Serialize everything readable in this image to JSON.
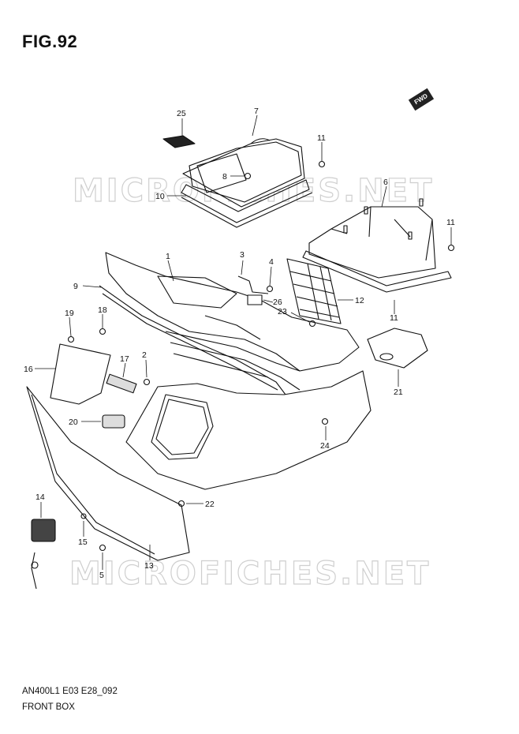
{
  "figure": {
    "title": "FIG.92",
    "code": "AN400L1 E03 E28_092",
    "name": "FRONT BOX",
    "direction_badge": "FWD"
  },
  "watermarks": [
    "MICROFICHES.NET",
    "MICROFICHES.NET"
  ],
  "callouts": [
    {
      "id": "25",
      "label": "25"
    },
    {
      "id": "7",
      "label": "7"
    },
    {
      "id": "11a",
      "label": "11"
    },
    {
      "id": "8",
      "label": "8"
    },
    {
      "id": "10",
      "label": "10"
    },
    {
      "id": "6",
      "label": "6"
    },
    {
      "id": "11b",
      "label": "11"
    },
    {
      "id": "1",
      "label": "1"
    },
    {
      "id": "3",
      "label": "3"
    },
    {
      "id": "4",
      "label": "4"
    },
    {
      "id": "9",
      "label": "9"
    },
    {
      "id": "26",
      "label": "26"
    },
    {
      "id": "12",
      "label": "12"
    },
    {
      "id": "23",
      "label": "23"
    },
    {
      "id": "11c",
      "label": "11"
    },
    {
      "id": "19",
      "label": "19"
    },
    {
      "id": "18",
      "label": "18"
    },
    {
      "id": "2",
      "label": "2"
    },
    {
      "id": "17",
      "label": "17"
    },
    {
      "id": "16",
      "label": "16"
    },
    {
      "id": "21",
      "label": "21"
    },
    {
      "id": "20",
      "label": "20"
    },
    {
      "id": "24",
      "label": "24"
    },
    {
      "id": "14",
      "label": "14"
    },
    {
      "id": "22",
      "label": "22"
    },
    {
      "id": "15",
      "label": "15"
    },
    {
      "id": "5",
      "label": "5"
    },
    {
      "id": "13",
      "label": "13"
    }
  ]
}
